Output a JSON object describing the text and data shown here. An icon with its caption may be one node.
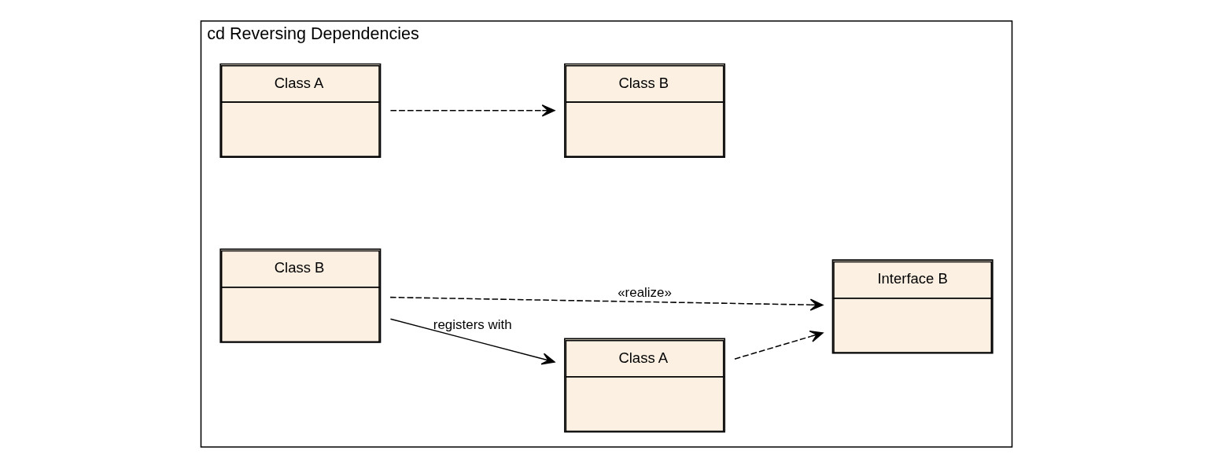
{
  "diagram": {
    "nodes": [
      {
        "text": [
          "cd Reversing Dependencies"
        ]
      },
      {
        "text": [
          "Class A"
        ],
        "in": 0
      },
      {
        "text": [
          "Class B"
        ],
        "in": 0
      },
      {
        "text": [
          "Class A"
        ],
        "in": 0
      },
      {
        "text": [
          "Interface B"
        ],
        "in": 0
      },
      {
        "text": [
          "Class B"
        ],
        "in": 0
      }
    ],
    "edges": [
      {
        "from": 1,
        "to": 2,
        "arrow": "to",
        "style": "dashed"
      },
      {
        "from": 3,
        "to": 4,
        "arrow": "to",
        "style": "dashed"
      },
      {
        "from": 5,
        "to": 3,
        "arrow": "to",
        "label": "registers with"
      },
      {
        "from": 5,
        "to": 4,
        "arrow": "to",
        "label": "«realize»",
        "style": "dashed"
      }
    ]
  }
}
